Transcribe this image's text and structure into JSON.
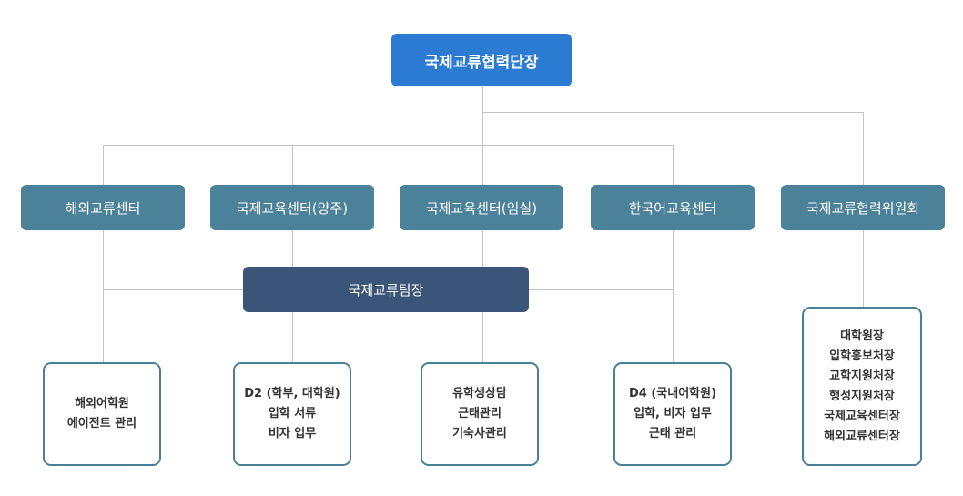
{
  "org": {
    "head": "국제교류협력단장",
    "centers": [
      {
        "label": "해외교류센터"
      },
      {
        "label": "국제교육센터(양주)"
      },
      {
        "label": "국제교육센터(임실)"
      },
      {
        "label": "한국어교육센터"
      },
      {
        "label": "국제교류협력위원회"
      }
    ],
    "team_lead": "국제교류팀장",
    "duties": [
      {
        "lines": [
          "해외어학원",
          "에이전트 관리"
        ]
      },
      {
        "lines": [
          "D2 (학부, 대학원)",
          "입학 서류",
          "비자 업무"
        ]
      },
      {
        "lines": [
          "유학생상담",
          "근태관리",
          "기숙사관리"
        ]
      },
      {
        "lines": [
          "D4 (국내어학원)",
          "입학, 비자 업무",
          "근태 관리"
        ]
      }
    ],
    "committee_members": [
      "대학원장",
      "입학홍보처장",
      "교학지원처장",
      "행성지원처장",
      "국제교육센터장",
      "해외교류센터장"
    ]
  },
  "colors": {
    "head": "#2b7bd3",
    "center": "#4b8299",
    "team": "#3a5578",
    "leaf_border": "#4a7f98",
    "connector": "#c4c4c4"
  }
}
